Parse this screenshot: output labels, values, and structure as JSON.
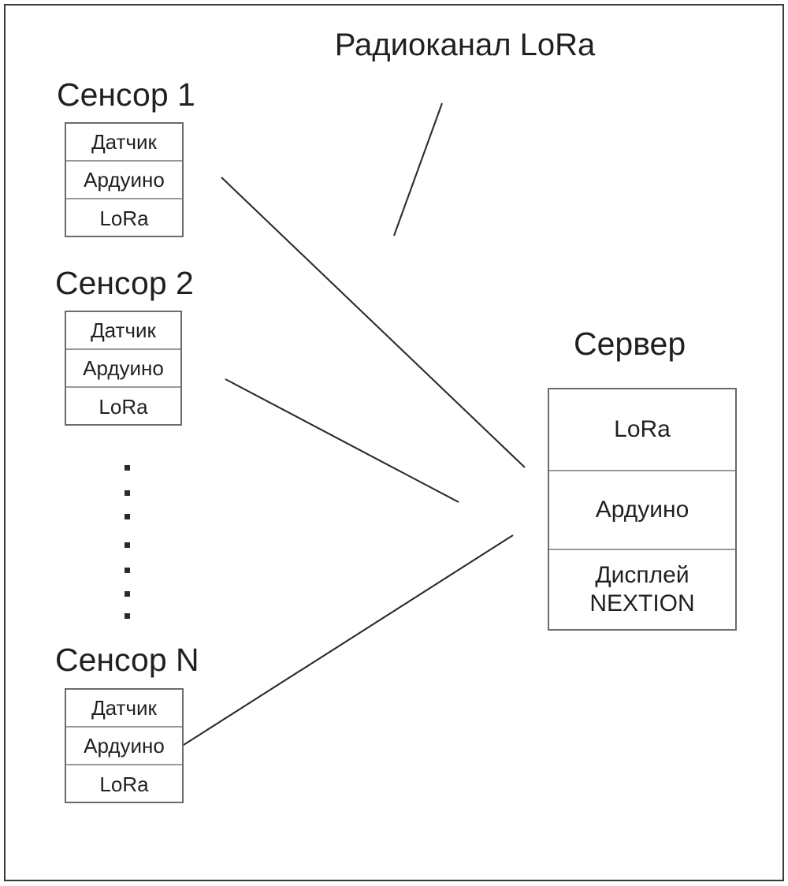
{
  "diagram": {
    "title": "Радиоканал LoRa",
    "background_color": "#ffffff",
    "line_color": "#2b2b2b",
    "box_border_color": "#6b6b6b",
    "text_color": "#231f20",
    "type": "block-diagram"
  },
  "nodes": {
    "sensor1": {
      "label": "Сенсор 1",
      "rows": [
        "Датчик",
        "Ардуино",
        "LoRa"
      ]
    },
    "sensor2": {
      "label": "Сенсор 2",
      "rows": [
        "Датчик",
        "Ардуино",
        "LoRa"
      ]
    },
    "sensorN": {
      "label": "Сенсор N",
      "rows": [
        "Датчик",
        "Ардуино",
        "LoRa"
      ]
    },
    "server": {
      "label": "Сервер",
      "rows": [
        "LoRa",
        "Ардуино",
        "Дисплей\nNEXTION"
      ]
    }
  },
  "ellipsis": {
    "dot_count": 7,
    "meaning": "continuation-of-sensor-list"
  },
  "connections": [
    {
      "from": "sensor1",
      "to": "server",
      "channel": "Радиоканал LoRa"
    },
    {
      "from": "sensor2",
      "to": "server",
      "channel": "Радиоканал LoRa"
    },
    {
      "from": "sensorN",
      "to": "server",
      "channel": "Радиоканал LoRa"
    }
  ]
}
